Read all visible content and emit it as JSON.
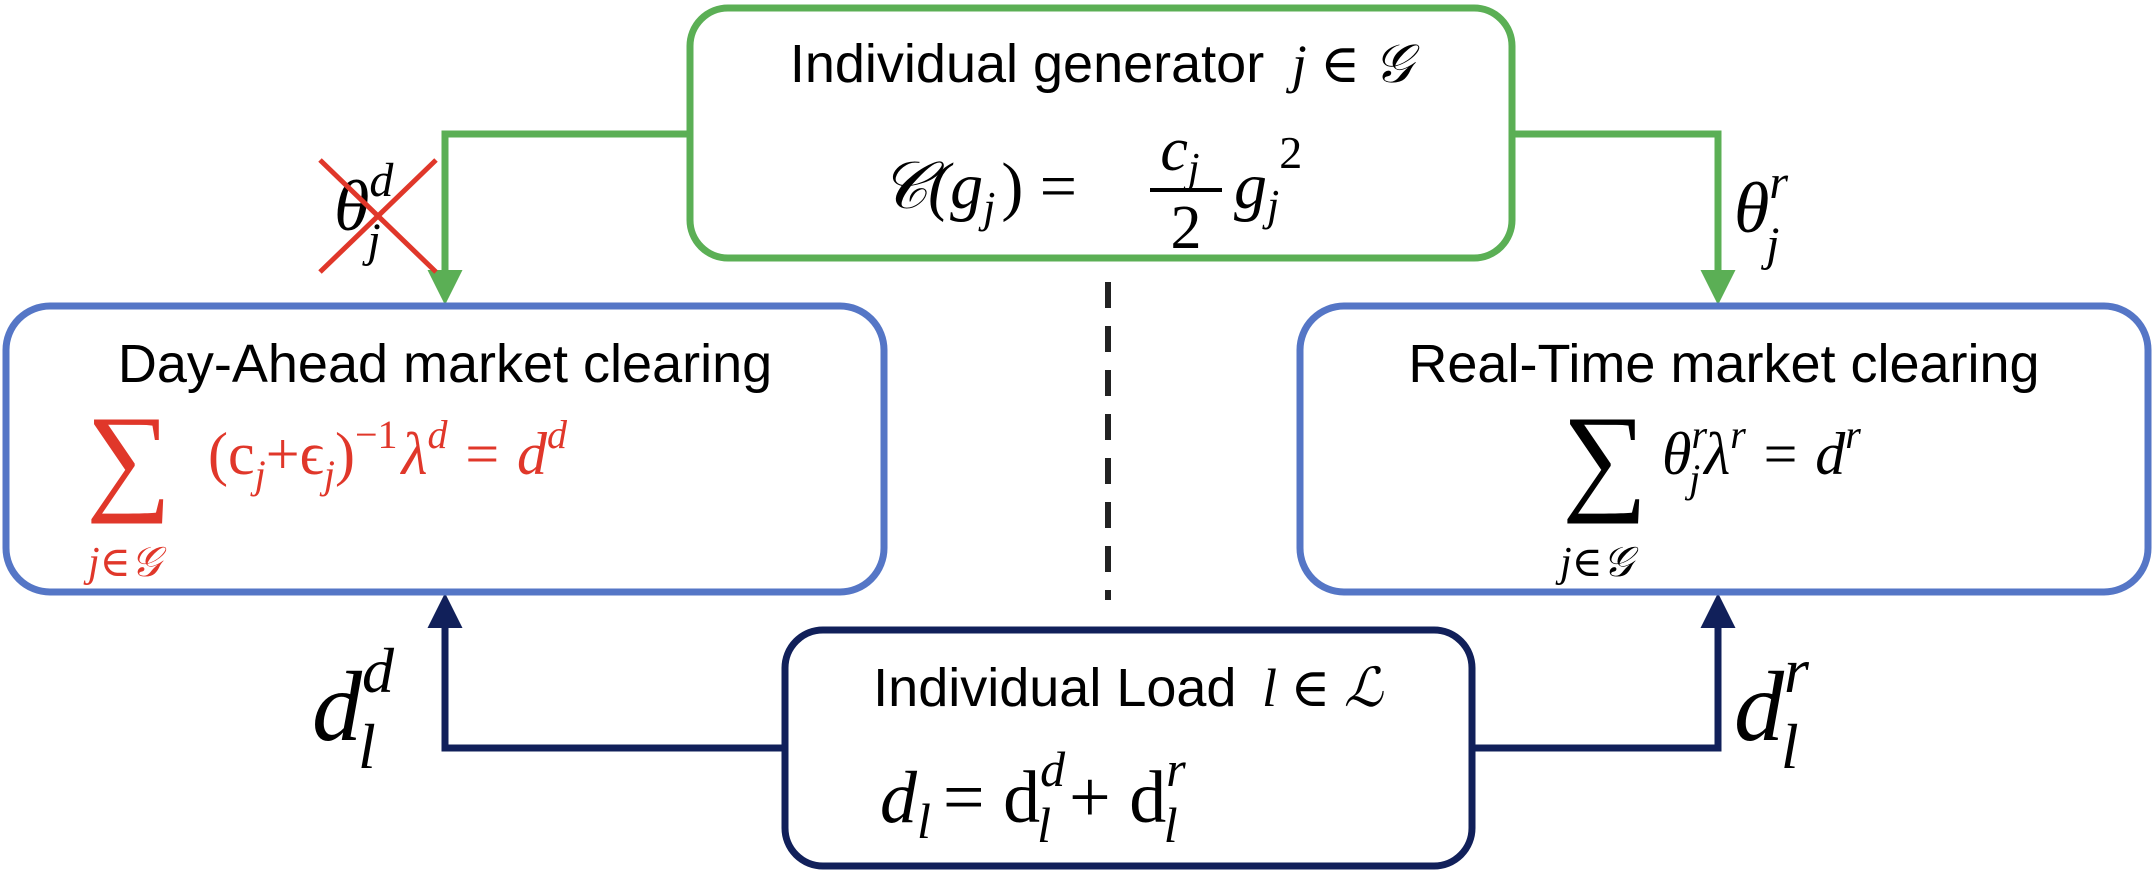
{
  "colors": {
    "generator_border": "#5BAF55",
    "market_border": "#5576C6",
    "load_border": "#11205A",
    "red_text": "#E0372A",
    "black": "#000000",
    "divider": "#222222"
  },
  "generator_box": {
    "title": "Individual generator",
    "title_math": "j ∈ 𝒢",
    "cost_lhs": "𝒞(g",
    "cost_lhs_sub": "j",
    "cost_eq": ") =",
    "frac_num": "c",
    "frac_num_sub": "j",
    "frac_den": "2",
    "cost_rhs": "g",
    "cost_rhs_sub": "j",
    "cost_rhs_sup": "2"
  },
  "day_ahead_box": {
    "title": "Day-Ahead market clearing",
    "sum_symbol": "∑",
    "sum_sub": "j∈𝒢",
    "paren_open": "(c",
    "c_sub": "j",
    "plus": "+ϵ",
    "eps_sub": "j",
    "paren_close": ")",
    "exp": "−1",
    "lambda": "λ",
    "lambda_sup": "d",
    "eq": "= d",
    "rhs_sup": "d"
  },
  "real_time_box": {
    "title": "Real-Time market clearing",
    "sum_symbol": "∑",
    "sum_sub": "j∈𝒢",
    "theta": "θ",
    "theta_sup": "r",
    "theta_sub": "j",
    "lambda": "λ",
    "lambda_sup": "r",
    "eq": "= d",
    "rhs_sup": "r"
  },
  "load_box": {
    "title": "Individual Load",
    "title_math": "l ∈ ℒ",
    "lhs": "d",
    "lhs_sub": "l",
    "eq": "= d",
    "d1_sup": "d",
    "d1_sub": "l",
    "plus": "+ d",
    "d2_sup": "r",
    "d2_sub": "l"
  },
  "edge_labels": {
    "theta_day_ahead": {
      "base": "θ",
      "sup": "d",
      "sub": "j",
      "crossed_out": true
    },
    "theta_real_time": {
      "base": "θ",
      "sup": "r",
      "sub": "j"
    },
    "load_day_ahead": {
      "base": "d",
      "sup": "d",
      "sub": "l"
    },
    "load_real_time": {
      "base": "d",
      "sup": "r",
      "sub": "l"
    }
  }
}
